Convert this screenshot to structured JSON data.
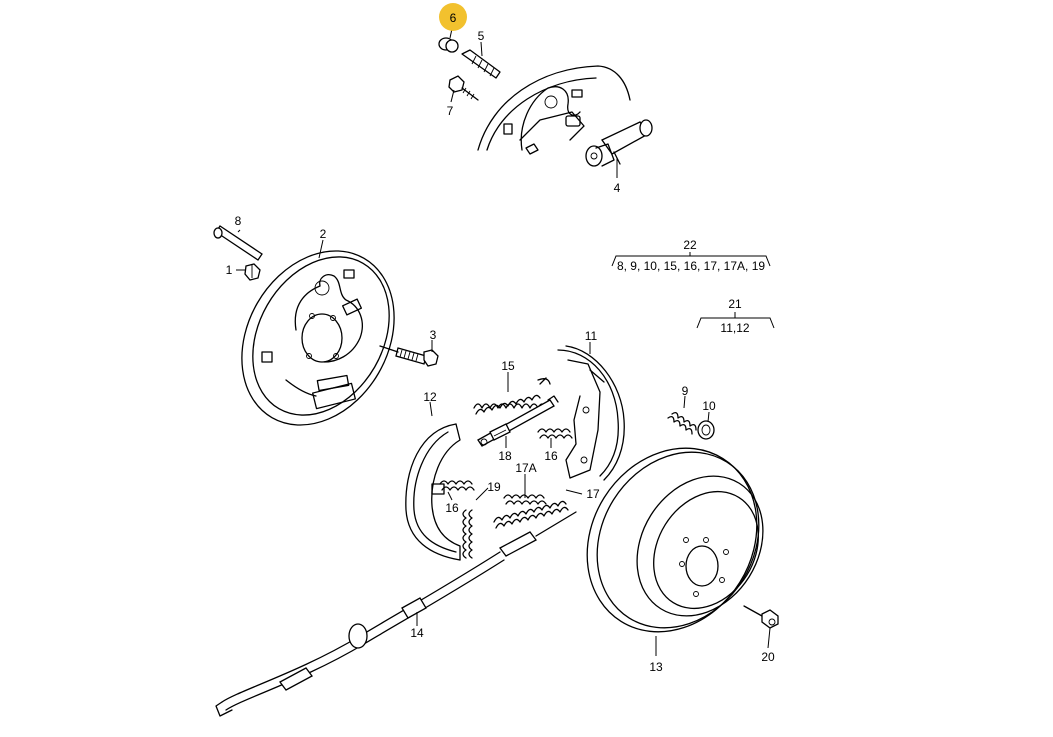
{
  "highlight": {
    "color": "#f2c12e",
    "part": "6"
  },
  "labels": {
    "p1": "1",
    "p2": "2",
    "p3": "3",
    "p4": "4",
    "p5": "5",
    "p6": "6",
    "p7": "7",
    "p8": "8",
    "p9": "9",
    "p10": "10",
    "p11": "11",
    "p12": "12",
    "p13": "13",
    "p14": "14",
    "p15": "15",
    "p16a": "16",
    "p16b": "16",
    "p17": "17",
    "p17a": "17A",
    "p18": "18",
    "p19": "19",
    "p20": "20",
    "p21": "21",
    "p22": "22"
  },
  "groups": {
    "g22": "8, 9, 10, 15, 16, 17, 17A, 19",
    "g21": "11,12"
  }
}
